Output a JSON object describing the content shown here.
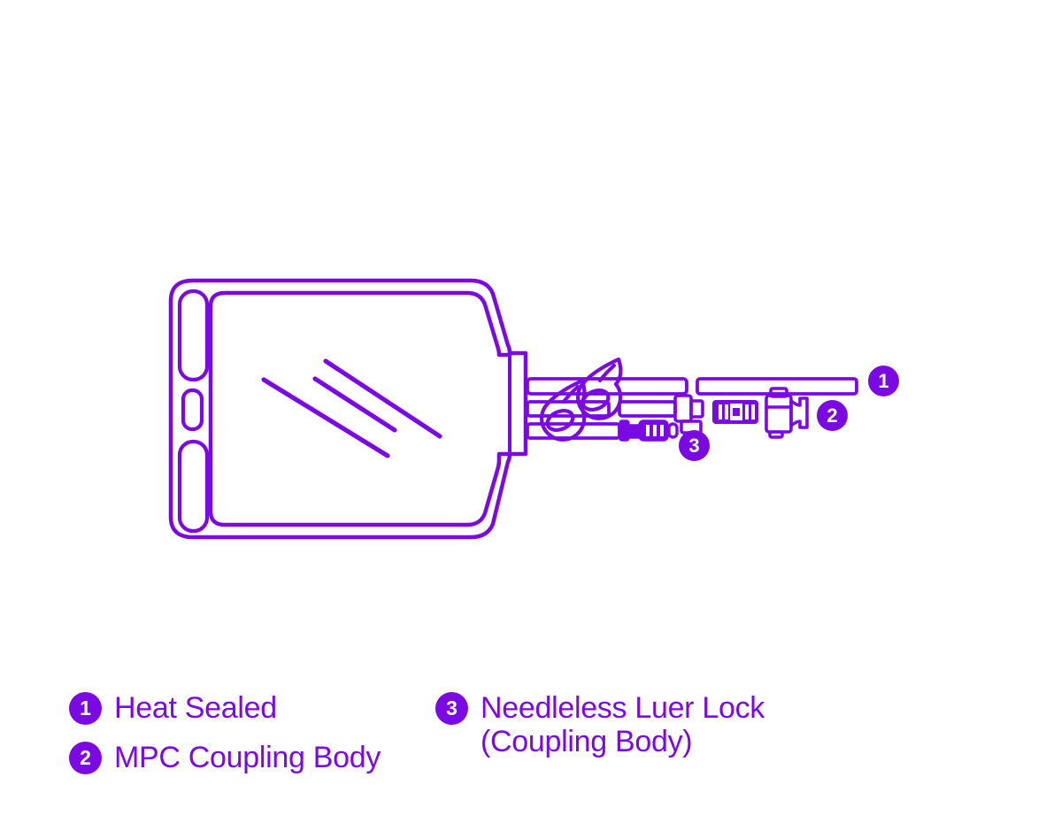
{
  "colors": {
    "accent": "#7B09E2",
    "background": "#FFFFFF",
    "badge_number_text": "#FFFFFF"
  },
  "diagram": {
    "title": "fluid-bag-with-tubing-connections",
    "parts": [
      "fluid-bag-icon",
      "hanger-slot-icon",
      "hanger-slot-icon",
      "hanger-hole-icon",
      "glare-lines-icon",
      "outlet-port-plate-icon",
      "tubing-line-icon",
      "pinch-clamp-icon",
      "pinch-clamp-icon",
      "heat-sealed-tube-icon",
      "needleless-luer-lock-icon",
      "ribbed-connector-icon",
      "mpc-coupling-body-icon"
    ],
    "callouts": [
      {
        "number": "1"
      },
      {
        "number": "2"
      },
      {
        "number": "3"
      }
    ]
  },
  "legend": {
    "items": [
      {
        "number": "1",
        "label_line1": "Heat Sealed",
        "label_line2": ""
      },
      {
        "number": "2",
        "label_line1": "MPC Coupling Body",
        "label_line2": ""
      },
      {
        "number": "3",
        "label_line1": "Needleless Luer Lock",
        "label_line2": "(Coupling Body)"
      }
    ]
  }
}
